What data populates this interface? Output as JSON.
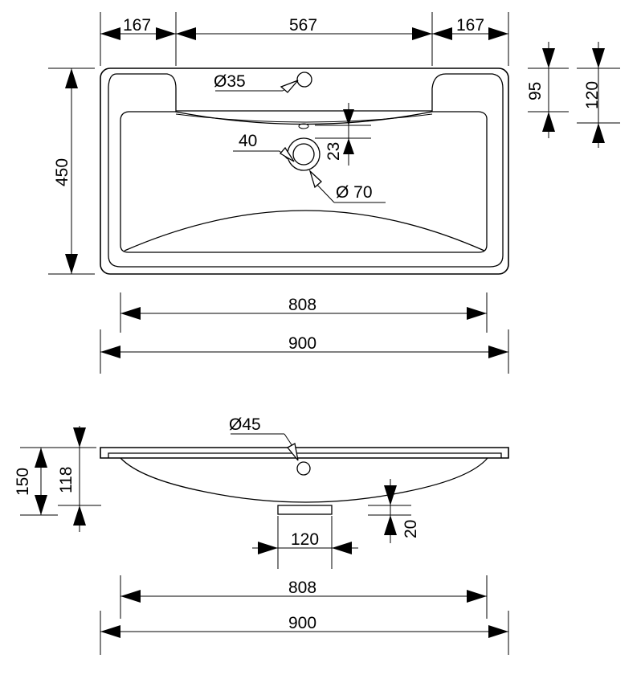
{
  "top_view": {
    "dimensions": {
      "left_shelf": "167",
      "middle": "567",
      "right_shelf": "167",
      "depth": "450",
      "inner_width": "808",
      "total_width": "900",
      "shelf_depth": "95",
      "tap_depth": "120",
      "overflow_offset": "23"
    },
    "callouts": {
      "tap_hole": "Ø35",
      "drain_inner": "40",
      "drain_outer": "Ø 70"
    }
  },
  "side_view": {
    "dimensions": {
      "total_height": "150",
      "bowl_height": "118",
      "drain_width": "120",
      "drain_height": "20",
      "inner_width": "808",
      "total_width": "900"
    },
    "callouts": {
      "overflow_hole": "Ø45"
    }
  }
}
